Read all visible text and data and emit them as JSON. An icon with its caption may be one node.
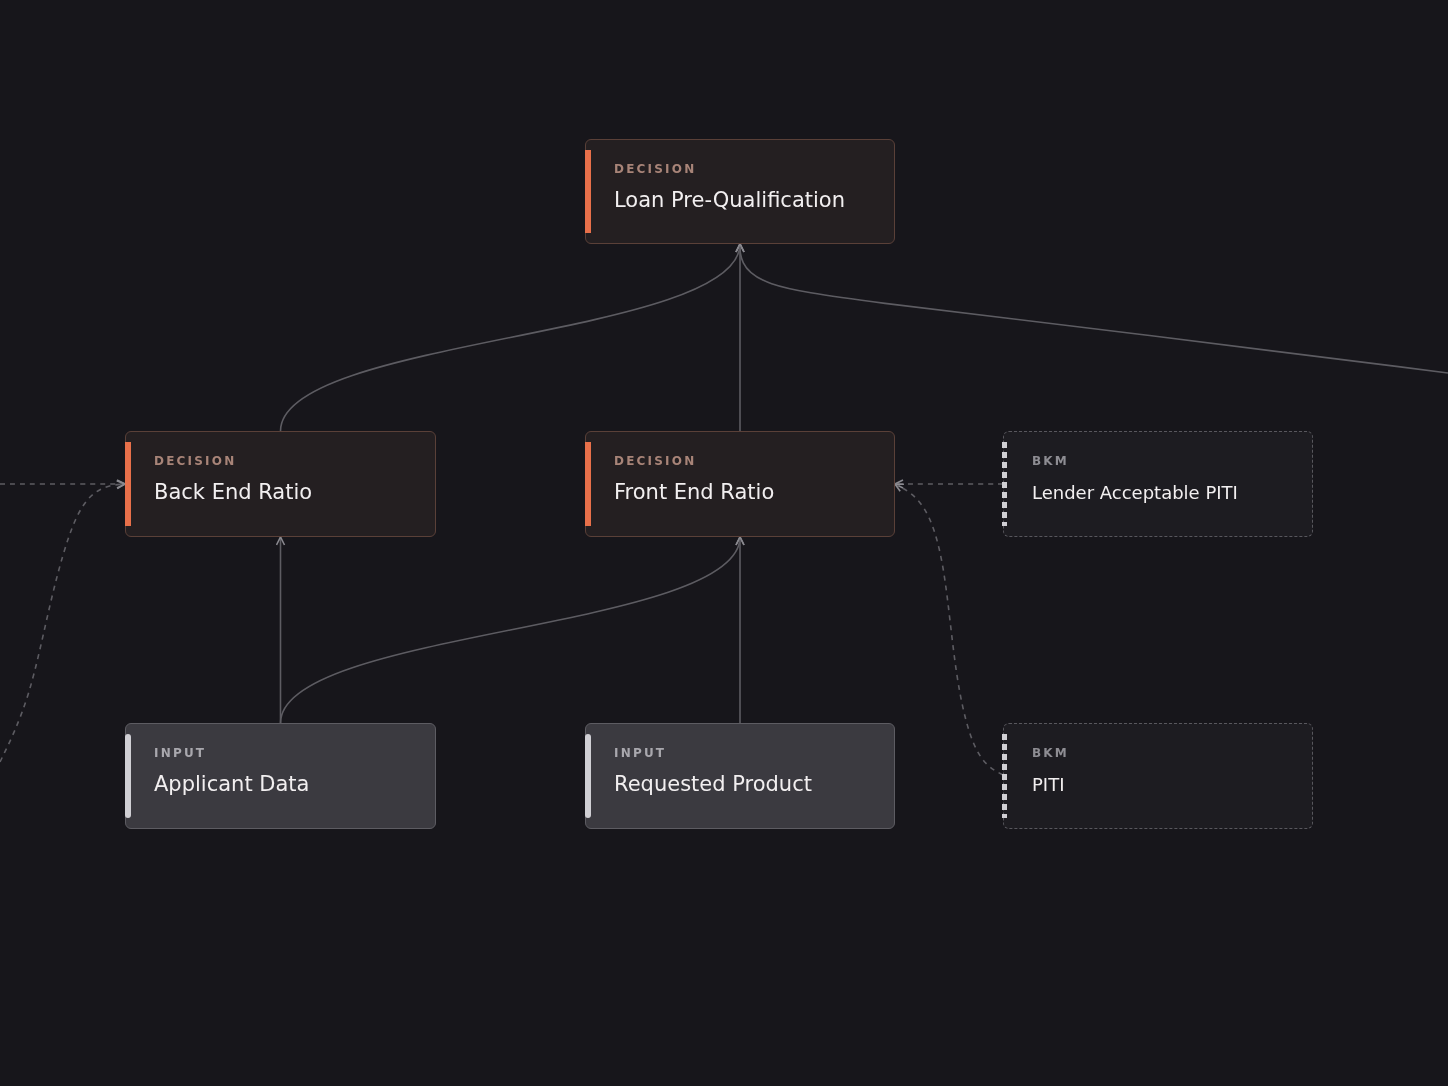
{
  "diagram": {
    "nodes": [
      {
        "text": [
          "DECISION",
          "Loan Pre-Qualification"
        ]
      },
      {
        "text": [
          "DECISION",
          "Back End Ratio"
        ]
      },
      {
        "text": [
          "DECISION",
          "Front End Ratio"
        ]
      },
      {
        "text": [
          "BKM",
          "Lender Acceptable PITI"
        ]
      },
      {
        "text": [
          "INPUT",
          "Applicant Data"
        ]
      },
      {
        "text": [
          "INPUT",
          "Requested Product"
        ]
      },
      {
        "text": [
          "BKM",
          "PITI"
        ]
      }
    ],
    "edges": [
      {
        "from": 1,
        "to": 0,
        "arrow": "to"
      },
      {
        "from": 2,
        "to": 0,
        "arrow": "to"
      },
      {
        "from": null,
        "to": 0,
        "arrow": "to"
      },
      {
        "from": 4,
        "to": 1,
        "arrow": "to"
      },
      {
        "from": 4,
        "to": 2,
        "arrow": "to"
      },
      {
        "from": 5,
        "to": 2,
        "arrow": "to"
      },
      {
        "from": null,
        "to": 1,
        "arrow": "to",
        "style": "dashed"
      },
      {
        "from": null,
        "to": 1,
        "arrow": "to",
        "style": "dashed"
      },
      {
        "from": 3,
        "to": 2,
        "arrow": "to",
        "style": "dashed"
      },
      {
        "from": 6,
        "to": 2,
        "arrow": "to",
        "style": "dashed"
      }
    ]
  }
}
